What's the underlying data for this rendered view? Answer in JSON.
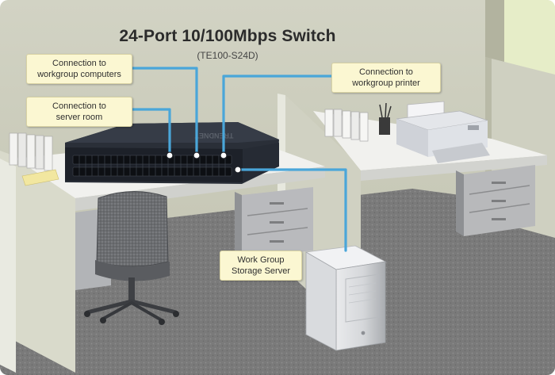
{
  "diagram": {
    "title": "24-Port 10/100Mbps Switch",
    "model": "(TE100-S24D)",
    "device_brand": "TRENDNET",
    "callouts": {
      "workgroup_computers": {
        "line1": "Connection to",
        "line2": "workgroup computers"
      },
      "server_room": {
        "line1": "Connection to",
        "line2": "server room"
      },
      "workgroup_printer": {
        "line1": "Connection to",
        "line2": "workgroup printer"
      },
      "storage_server": {
        "line1": "Work Group",
        "line2": "Storage Server"
      }
    },
    "colors": {
      "cable": "#4aa6d9",
      "callout_bg": "#fbf7d2",
      "wall": "#c9cab8",
      "carpet": "#7e7e7e",
      "switch_body": "#252a33"
    },
    "icons": [
      "network-switch-icon",
      "office-chair-icon",
      "printer-icon",
      "tower-server-icon",
      "binders-icon",
      "pen-cup-icon",
      "file-cabinet-icon"
    ]
  }
}
